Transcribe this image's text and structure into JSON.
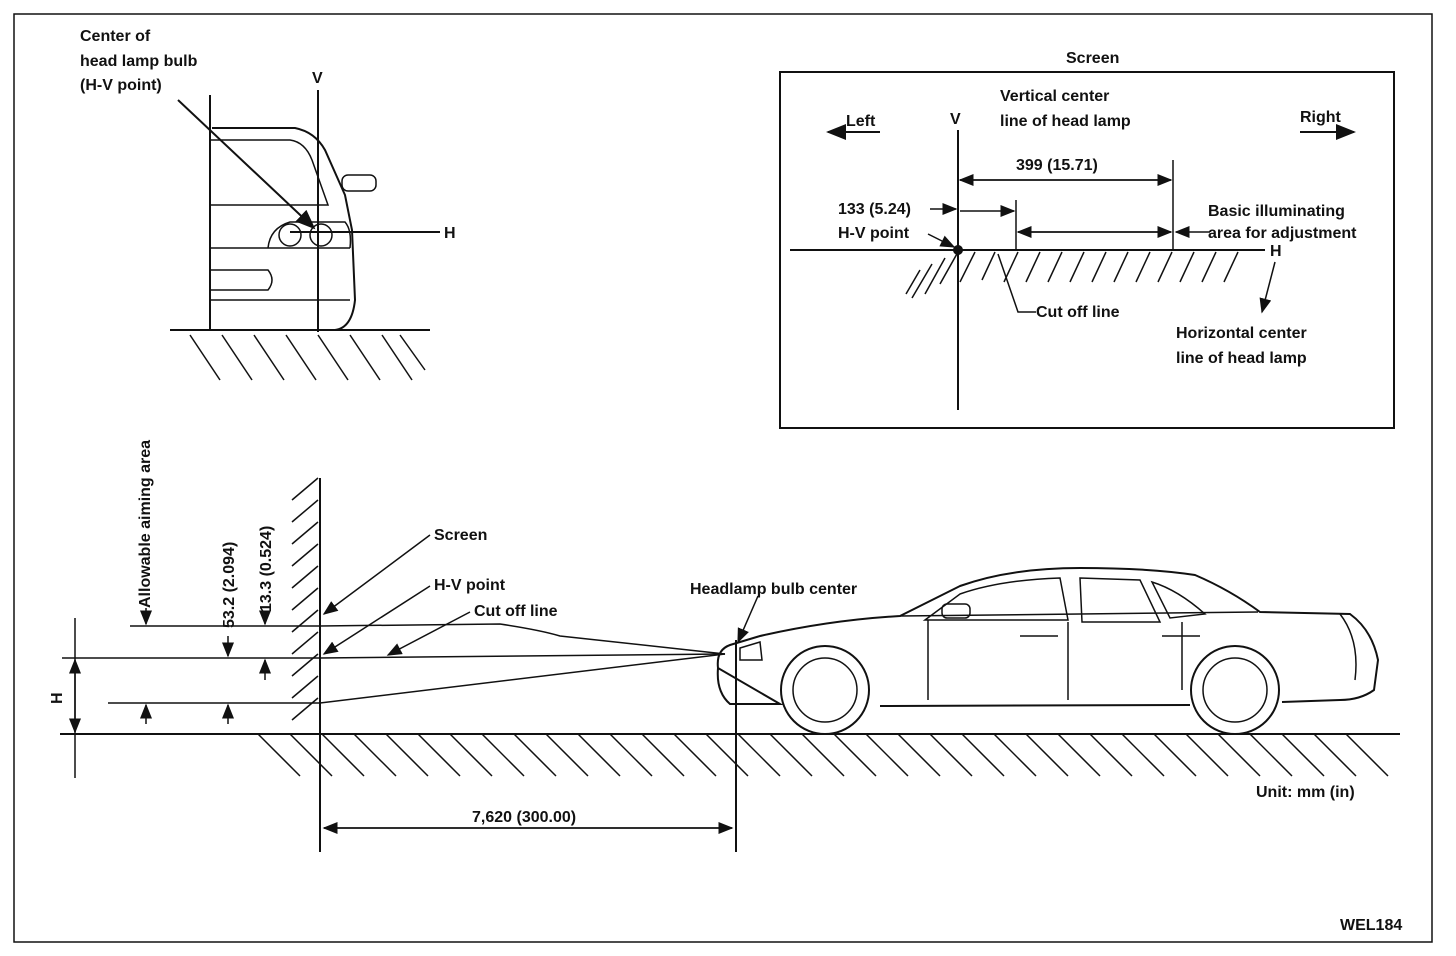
{
  "labels": {
    "center_bulb_line1": "Center of",
    "center_bulb_line2": "head lamp bulb",
    "center_bulb_line3": "(H-V point)",
    "v_front": "V",
    "h_front": "H",
    "screen_title": "Screen",
    "left": "Left",
    "right": "Right",
    "v_screen": "V",
    "vert_center_1": "Vertical center",
    "vert_center_2": "line of head lamp",
    "dim_399": "399 (15.71)",
    "dim_133": "133 (5.24)",
    "hv_point_screen": "H-V point",
    "basic_illum_1": "Basic illuminating",
    "basic_illum_2": "area for adjustment",
    "h_screen": "H",
    "cutoff_screen": "Cut off line",
    "horiz_center_1": "Horizontal center",
    "horiz_center_2": "line of head lamp",
    "allowable": "Allowable aiming area",
    "dim_53": "53.2 (2.094)",
    "dim_13": "13.3 (0.524)",
    "screen_side": "Screen",
    "hv_point_side": "H-V point",
    "cutoff_side": "Cut off line",
    "headlamp_center": "Headlamp bulb center",
    "h_side": "H",
    "distance": "7,620 (300.00)",
    "unit": "Unit: mm (in)",
    "figure_id": "WEL184"
  }
}
